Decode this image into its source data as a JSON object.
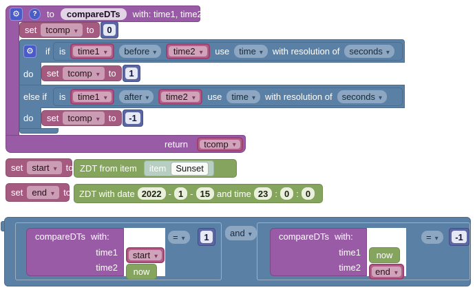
{
  "colors": {
    "procedure_purple": "#995ba5",
    "variable_pink": "#a55b80",
    "logic_blue": "#5b80a5",
    "math_blue": "#5b67a5",
    "datetime_green": "#85a55e",
    "item_teal": "#b6cfc2",
    "icon_blue": "#4a5bc8",
    "workspace_bg": "#ffffff"
  },
  "icons": {
    "mutator": "gear-icon",
    "help": "help-icon",
    "dropdown": "chevron-down-icon"
  },
  "procedure": {
    "header": {
      "to": "to",
      "name": "compareDTs",
      "params": "with: time1, time2"
    },
    "init": {
      "set": "set",
      "var": "tcomp",
      "to": "to",
      "value": "0"
    },
    "if_block": {
      "if": "if",
      "do": "do",
      "else_if": "else if",
      "cond1": {
        "is": "is",
        "left": "time1",
        "op": "before",
        "right": "time2",
        "use": "use",
        "basis": "time",
        "res_label": "with resolution of",
        "res": "seconds"
      },
      "then1": {
        "set": "set",
        "var": "tcomp",
        "to": "to",
        "value": "1"
      },
      "cond2": {
        "is": "is",
        "left": "time1",
        "op": "after",
        "right": "time2",
        "use": "use",
        "basis": "time",
        "res_label": "with resolution of",
        "res": "seconds"
      },
      "then2": {
        "set": "set",
        "var": "tcomp",
        "to": "to",
        "value": "-1"
      }
    },
    "return": {
      "label": "return",
      "var": "tcomp"
    }
  },
  "set_start": {
    "set": "set",
    "var": "start",
    "to": "to",
    "block_label": "ZDT from item",
    "item_label": "item",
    "item_value": "Sunset"
  },
  "set_end": {
    "set": "set",
    "var": "end",
    "to": "to",
    "block_label": "ZDT with date",
    "year": "2022",
    "sep1": "-",
    "month": "1",
    "sep2": "-",
    "day": "15",
    "time_label": "and time",
    "hour": "23",
    "c1": ":",
    "minute": "0",
    "c2": ":",
    "second": "0"
  },
  "bottom": {
    "and": "and",
    "left": {
      "name": "compareDTs",
      "with": "with:",
      "p1": "time1",
      "v1": "start",
      "p2": "time2",
      "v2": "now",
      "op": "=",
      "target": "1"
    },
    "right": {
      "name": "compareDTs",
      "with": "with:",
      "p1": "time1",
      "v1": "now",
      "p2": "time2",
      "v2": "end",
      "op": "=",
      "target": "-1"
    }
  }
}
